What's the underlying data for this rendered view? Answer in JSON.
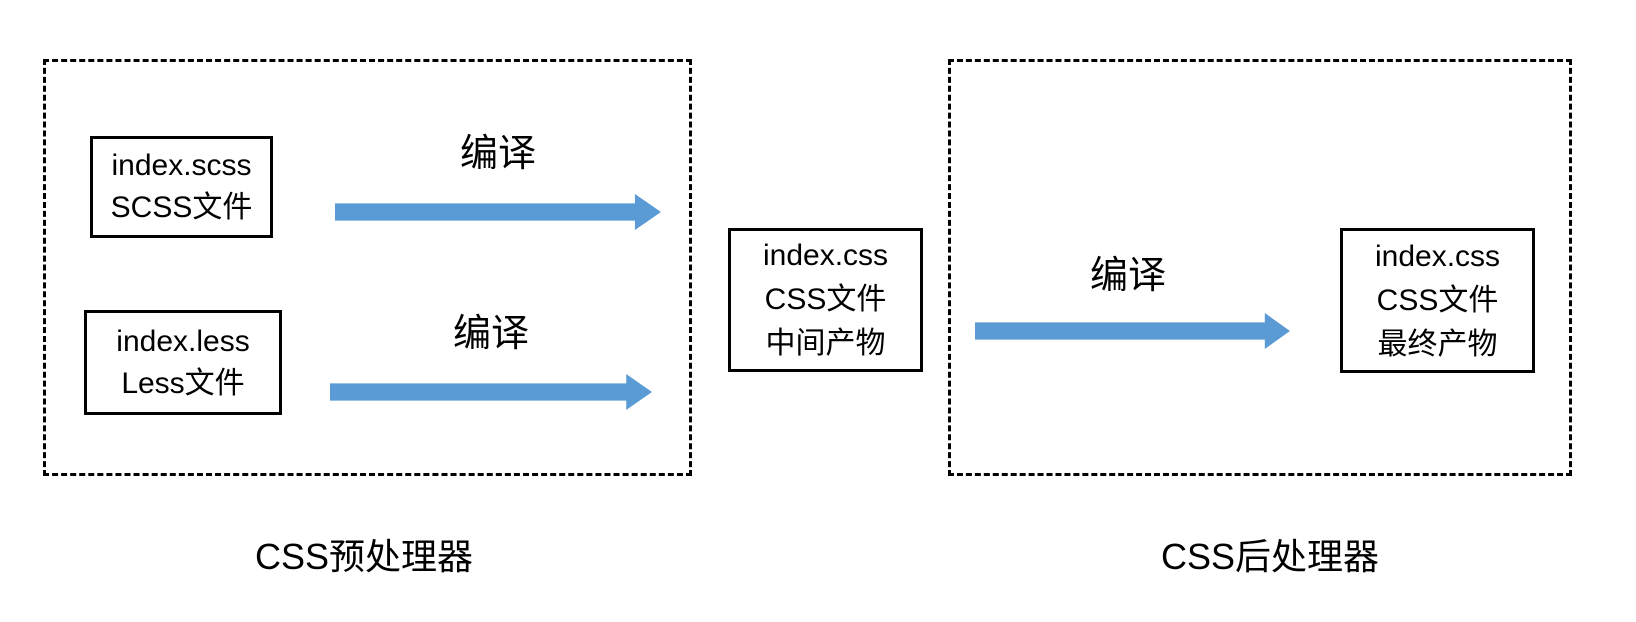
{
  "colors": {
    "arrow_blue": "#5b9bd5",
    "line_black": "#000000",
    "background": "#ffffff"
  },
  "preprocessor": {
    "caption": "CSS预处理器",
    "scss_node": {
      "filename": "index.scss",
      "filetype": "SCSS文件"
    },
    "less_node": {
      "filename": "index.less",
      "filetype": "Less文件"
    },
    "scss_arrow_label": "编译",
    "less_arrow_label": "编译"
  },
  "intermediate_node": {
    "filename": "index.css",
    "filetype": "CSS文件",
    "role": "中间产物"
  },
  "postprocessor": {
    "caption": "CSS后处理器",
    "arrow_label": "编译",
    "final_node": {
      "filename": "index.css",
      "filetype": "CSS文件",
      "role": "最终产物"
    }
  }
}
